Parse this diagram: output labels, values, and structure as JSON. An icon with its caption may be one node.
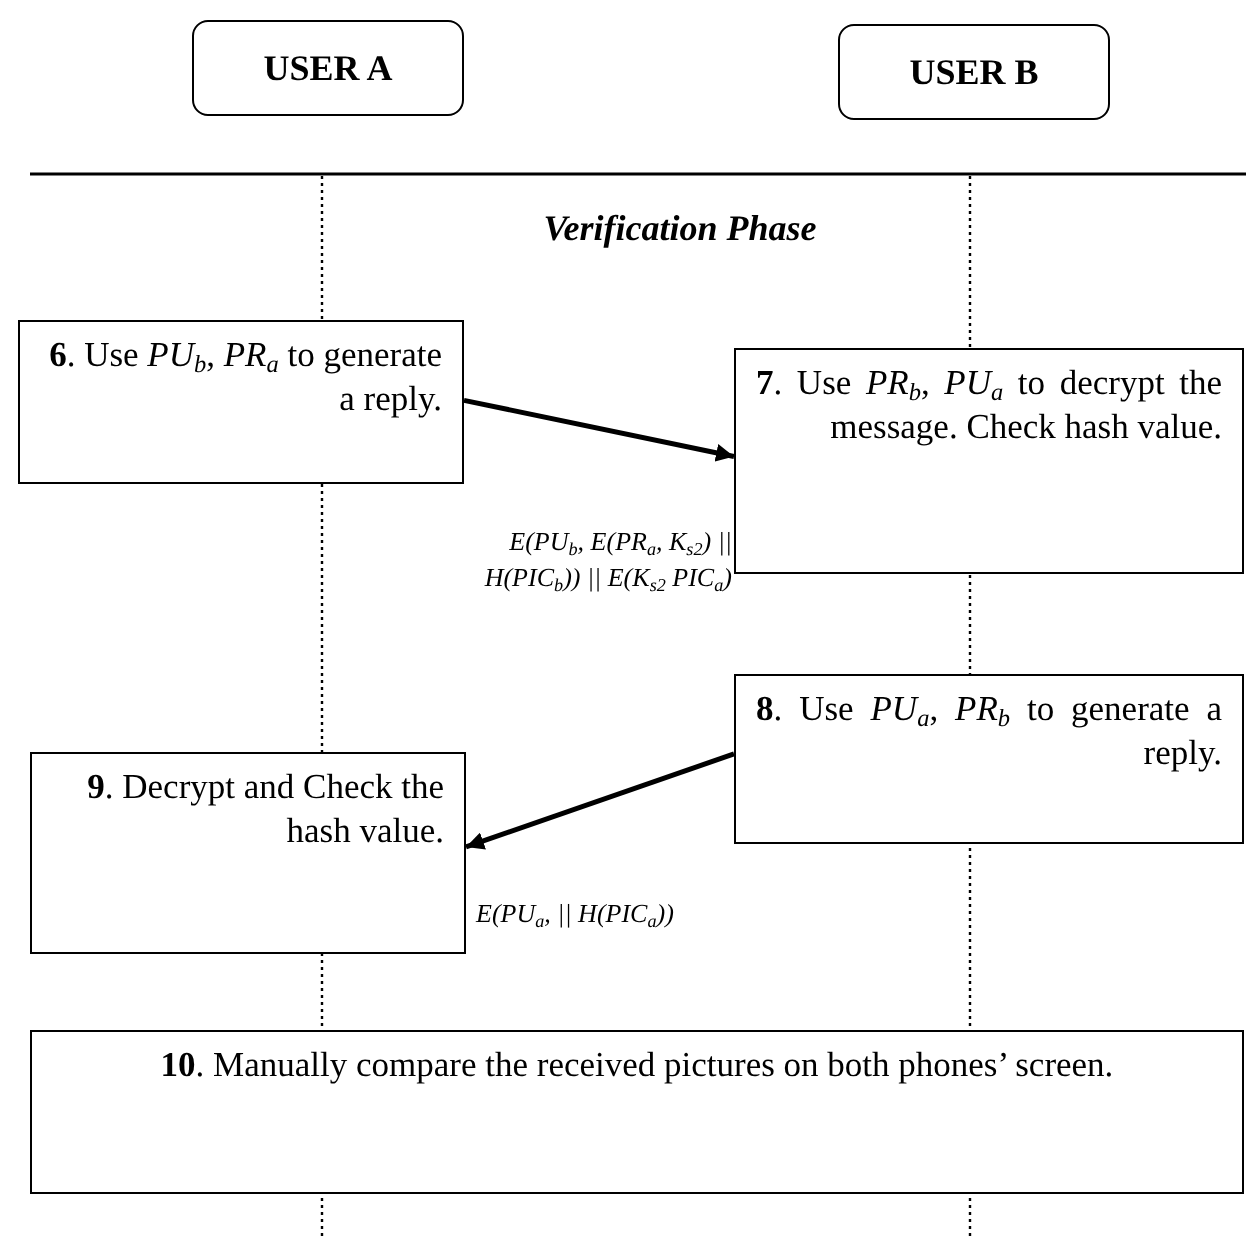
{
  "diagram": {
    "nodes": [
      {
        "text": [
          "USER A"
        ]
      },
      {
        "text": [
          "USER B"
        ]
      },
      {
        "text": [
          "**6**. Use *PU*$_{b}$, *PR*$_{a}$ to generate a reply."
        ]
      },
      {
        "text": [
          "**7**. Use *PR*$_{b}$, *PU*$_{a}$ to decrypt the message. Check hash value."
        ]
      },
      {
        "text": [
          "**8**. Use *PU*$_{a}$, *PR*$_{b}$ to generate a reply."
        ]
      },
      {
        "text": [
          "**9**. Decrypt and Check the hash value."
        ]
      },
      {
        "text": [
          "**10**. Manually compare the received pictures on both phones’ screen."
        ]
      }
    ],
    "edges": [
      {
        "from": 2,
        "to": 3,
        "arrow": "to",
        "label": "E(PU$_{b}$, E(PR$_{a}$, K$_{s2}$) || H(PIC$_{b}$)) || E(K$_{s2}$ PIC$_{a}$)"
      },
      {
        "from": 4,
        "to": 5,
        "arrow": "to",
        "label": "E(PU$_{a}$, || H(PIC$_{a}$))"
      }
    ],
    "labels": [
      "Verification Phase"
    ]
  }
}
